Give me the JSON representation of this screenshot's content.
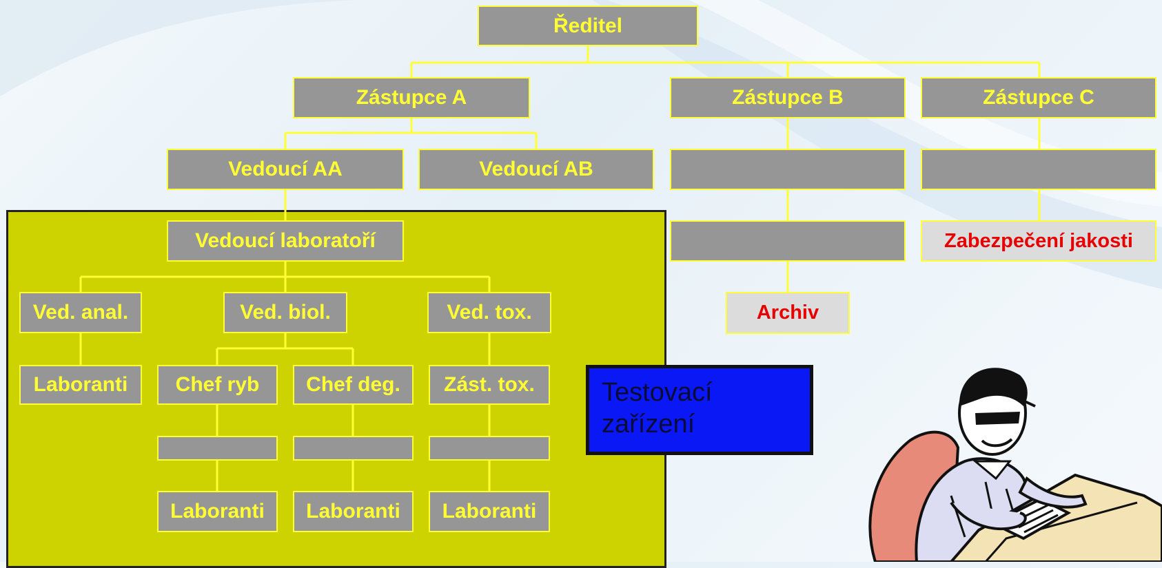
{
  "org_chart": {
    "director": "Ředitel",
    "deputy_a": "Zástupce A",
    "deputy_b": "Zástupce B",
    "deputy_c": "Zástupce C",
    "head_aa": "Vedoucí AA",
    "head_ab": "Vedoucí AB",
    "head_b_sub": "",
    "head_c_sub": "",
    "head_b_sub2": "",
    "quality_assurance": "Zabezpečení jakosti",
    "archive": "Archiv",
    "lab_head": "Vedoucí laboratoří",
    "head_anal": "Ved. anal.",
    "head_biol": "Ved. biol.",
    "head_tox": "Ved. tox.",
    "anal_staff": "Laboranti",
    "chef_fish": "Chef ryb",
    "chef_deg": "Chef deg.",
    "deputy_tox": "Zást. tox.",
    "fish_staff": "Laboranti",
    "deg_staff": "Laboranti",
    "tox_staff": "Laboranti"
  },
  "test_facility_label": "Testovací zařízení",
  "colors": {
    "box_fill": "#969696",
    "box_text": "#ffff33",
    "connector": "#ffff33",
    "lab_area": "#cdd300",
    "highlight_text": "#e60000",
    "highlight_fill": "#dcdcdc",
    "test_facility_fill": "#0a18f5"
  },
  "clipart_icon": "man-reading-at-desk-icon"
}
